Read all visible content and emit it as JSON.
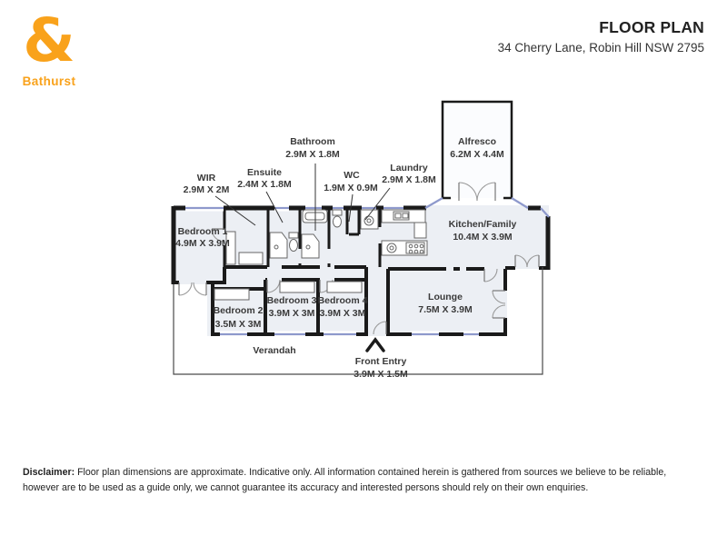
{
  "logo": {
    "symbol": "&",
    "brand": "Bathurst",
    "color": "#F9A21B"
  },
  "header": {
    "title": "FLOOR PLAN",
    "address": "34 Cherry Lane, Robin Hill NSW 2795"
  },
  "floorplan": {
    "rooms": [
      {
        "name": "Alfresco",
        "dims": "6.2M X 4.4M"
      },
      {
        "name": "Bedroom 1",
        "dims": "4.9M X 3.9M"
      },
      {
        "name": "WIR",
        "dims": "2.9M X 2M"
      },
      {
        "name": "Ensuite",
        "dims": "2.4M X 1.8M"
      },
      {
        "name": "Bathroom",
        "dims": "2.9M X 1.8M"
      },
      {
        "name": "WC",
        "dims": "1.9M X 0.9M"
      },
      {
        "name": "Laundry",
        "dims": "2.9M X 1.8M"
      },
      {
        "name": "Kitchen/Family",
        "dims": "10.4M X 3.9M"
      },
      {
        "name": "Bedroom 2",
        "dims": "3.5M X 3M"
      },
      {
        "name": "Bedroom 3",
        "dims": "3.9M X 3M"
      },
      {
        "name": "Bedroom 4",
        "dims": "3.9M X 3M"
      },
      {
        "name": "Lounge",
        "dims": "7.5M X 3.9M"
      },
      {
        "name": "Verandah",
        "dims": ""
      },
      {
        "name": "Front Entry",
        "dims": "3.9M X 1.5M"
      }
    ],
    "colors": {
      "wall": "#1A1A1A",
      "floor": "#ECEFF4",
      "window": "#8E99CC"
    }
  },
  "disclaimer": {
    "label": "Disclaimer:",
    "text": " Floor plan dimensions are approximate. Indicative only. All information contained herein is gathered from sources we believe to be reliable, however are to be used as a guide only, we cannot guarantee its accuracy and interested persons should rely on their own enquiries."
  }
}
